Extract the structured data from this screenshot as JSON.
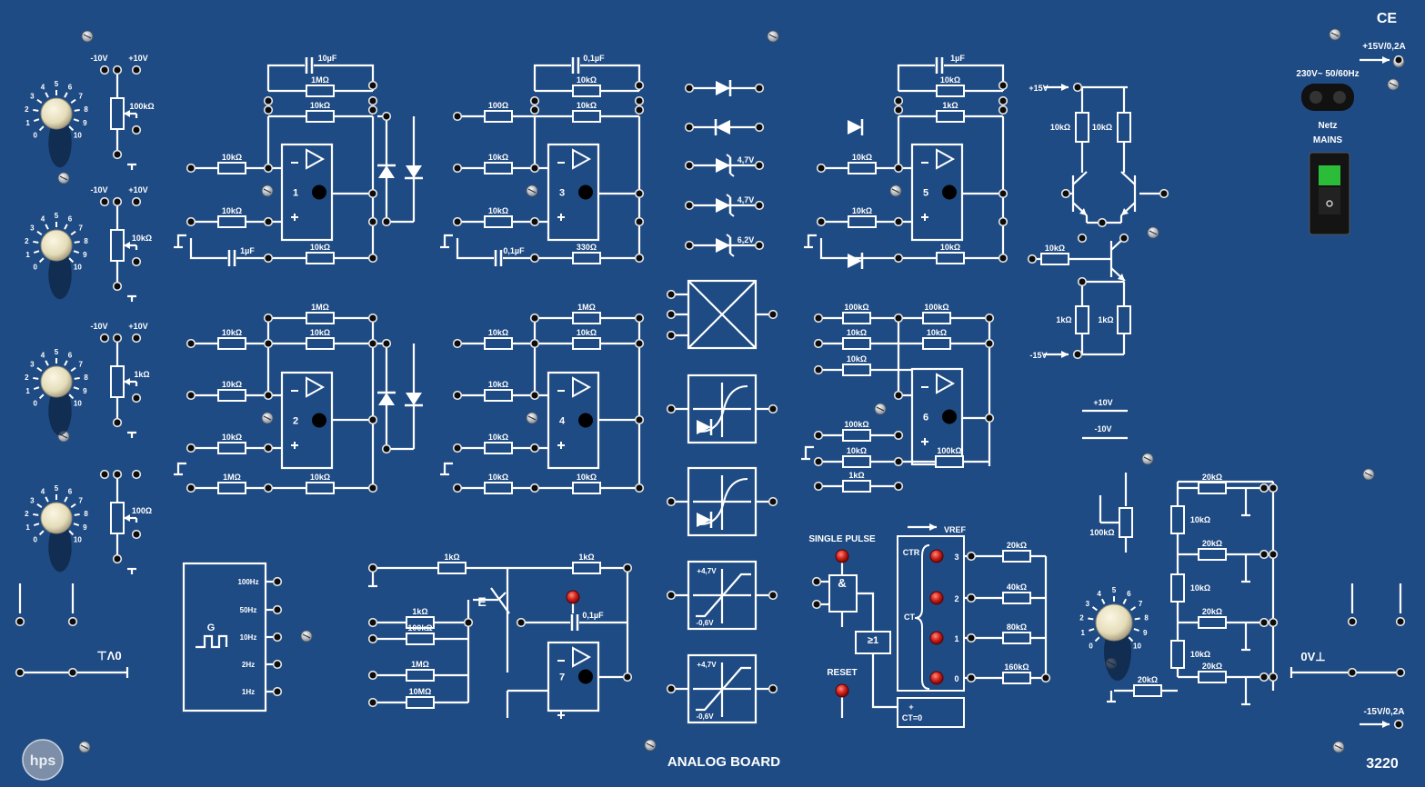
{
  "board": {
    "title": "ANALOG BOARD",
    "model_number": "3220",
    "logo_text": "hps",
    "ce_mark": "CE"
  },
  "power": {
    "pos_supply": "+15V/0,2A",
    "neg_supply": "-15V/0,2A",
    "mains_rating": "230V~ 50/60Hz",
    "mains_label_de": "Netz",
    "mains_label_en": "MAINS",
    "ground_left": "0V⊥",
    "ground_right": "0V⊥"
  },
  "pots": [
    {
      "neg": "-10V",
      "pos": "+10V",
      "value": "100kΩ"
    },
    {
      "neg": "-10V",
      "pos": "+10V",
      "value": "10kΩ"
    },
    {
      "neg": "-10V",
      "pos": "+10V",
      "value": "1kΩ"
    },
    {
      "neg": "",
      "pos": "",
      "value": "100Ω"
    }
  ],
  "dial_scale": [
    "0",
    "1",
    "2",
    "3",
    "4",
    "5",
    "6",
    "7",
    "8",
    "9",
    "10"
  ],
  "opamp_blocks": [
    {
      "number": "1",
      "feedback_cap": "10µF",
      "feedback_res": "1MΩ",
      "r_mid": "10kΩ",
      "in1": "10kΩ",
      "in2": "10kΩ",
      "bottom_cap": "1µF",
      "bottom_res": "10kΩ"
    },
    {
      "number": "3",
      "feedback_cap": "0,1µF",
      "feedback_res": "10kΩ",
      "r_mid": "10kΩ",
      "in_top": "100Ω",
      "in1": "10kΩ",
      "in2": "10kΩ",
      "bottom_cap": "0,1µF",
      "bottom_res": "330Ω"
    },
    {
      "number": "5",
      "feedback_cap": "1µF",
      "feedback_res": "10kΩ",
      "r_mid": "1kΩ",
      "in1": "10kΩ",
      "in2": "10kΩ",
      "bottom_res": "10kΩ"
    },
    {
      "number": "2",
      "r_top1": "1MΩ",
      "r_top2": "10kΩ",
      "in0": "10kΩ",
      "in1": "10kΩ",
      "in2": "10kΩ",
      "bottom_in": "1MΩ",
      "bottom_res": "10kΩ"
    },
    {
      "number": "4",
      "r_top1": "1MΩ",
      "r_top2": "10kΩ",
      "in0": "10kΩ",
      "in1": "10kΩ",
      "in2": "10kΩ",
      "bottom_in": "10kΩ",
      "bottom_res": "10kΩ"
    },
    {
      "number": "6",
      "r_top1": "100kΩ",
      "r_top2": "100kΩ",
      "in0": "10kΩ",
      "in0b": "10kΩ",
      "in1": "10kΩ",
      "in3": "100kΩ",
      "in4": "10kΩ",
      "in5": "1kΩ",
      "bottom_res": "100kΩ"
    },
    {
      "number": "7",
      "r_top_left": "1kΩ",
      "r_top_right": "1kΩ",
      "cap": "0,1µF",
      "in_a": "1kΩ",
      "in_b": "100kΩ",
      "in_c": "1MΩ",
      "in_d": "10MΩ",
      "switch": "E"
    }
  ],
  "diodes": {
    "zener1": "4,7V",
    "zener2": "4,7V",
    "zener3": "6,2V"
  },
  "function_blocks": {
    "limiter1_top": "+4,7V",
    "limiter1_bottom": "-0,6V",
    "limiter2_top": "+4,7V",
    "limiter2_bottom": "-0,6V"
  },
  "generator": {
    "label": "G",
    "frequencies": [
      "100Hz",
      "50Hz",
      "10Hz",
      "2Hz",
      "1Hz"
    ]
  },
  "counter": {
    "single_pulse": "SINGLE PULSE",
    "reset": "RESET",
    "and_gate": "&",
    "or_gate": "≥1",
    "ctr": "CTR",
    "ct": "CT",
    "vref": "VREF",
    "ct0": "CT=0",
    "plus": "+",
    "bits": [
      "3",
      "2",
      "1",
      "0"
    ],
    "resistors": [
      "20kΩ",
      "40kΩ",
      "80kΩ",
      "160kΩ"
    ]
  },
  "transistor_section": {
    "plus15": "+15V",
    "minus15": "-15V",
    "r1": "10kΩ",
    "r2": "10kΩ",
    "r_base": "10kΩ",
    "r3": "1kΩ",
    "r4": "1kΩ"
  },
  "ref_voltages": {
    "pos": "+10V",
    "neg": "-10V"
  },
  "ladder": {
    "pot": "100kΩ",
    "r_horizontal": [
      "20kΩ",
      "20kΩ",
      "20kΩ",
      "20kΩ"
    ],
    "r_vertical": [
      "10kΩ",
      "10kΩ",
      "10kΩ",
      "10kΩ"
    ],
    "r_bottom_left": "20kΩ"
  }
}
